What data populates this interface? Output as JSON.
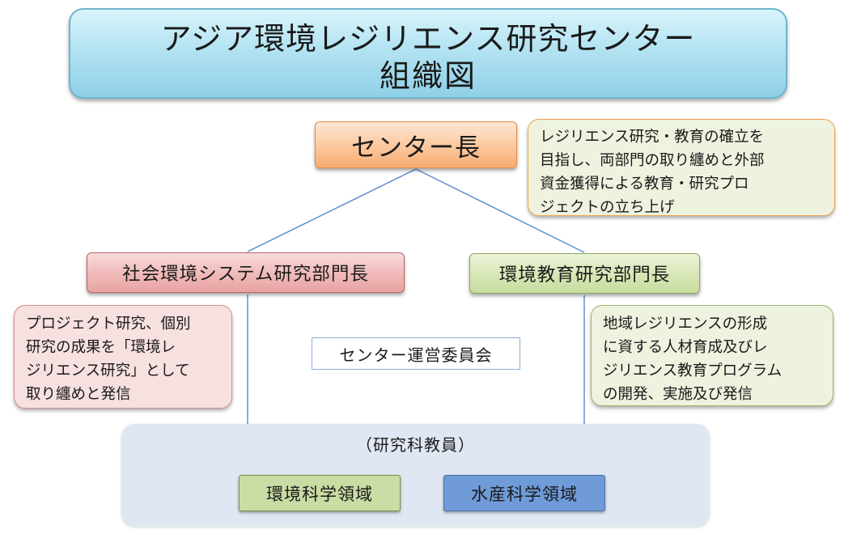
{
  "title": {
    "line1": "アジア環境レジリエンス研究センター",
    "line2": "組織図"
  },
  "director": {
    "label": "センター長",
    "note_lines": [
      "レジリエンス研究・教育の確立を",
      "目指し、両部門の取り纏めと外部",
      "資金獲得による教育・研究プロ",
      "ジェクトの立ち上げ"
    ]
  },
  "departments": {
    "social": {
      "label": "社会環境システム研究部門長",
      "note_lines": [
        "プロジェクト研究、個別",
        "研究の成果を「環境レ",
        "ジリエンス研究」として",
        "取り纏めと発信"
      ]
    },
    "education": {
      "label": "環境教育研究部門長",
      "note_lines": [
        "地域レジリエンスの形成",
        "に資する人材育成及びレ",
        "ジリエンス教育プログラム",
        "の開発、実施及び発信"
      ]
    }
  },
  "committee": {
    "label": "センター運営委員会"
  },
  "faculty": {
    "label": "（研究科教員）",
    "areas": [
      {
        "label": "環境科学領域",
        "color": "#c9dca4"
      },
      {
        "label": "水産科学領域",
        "color": "#6f9bd8"
      }
    ]
  },
  "colors": {
    "title_fill": "#b3e3f2",
    "director_fill": "#fbc79c",
    "social_fill": "#efb9b8",
    "education_fill": "#d7e6b5",
    "faculty_fill": "#dfe7f2",
    "connector": "#5b8fd0"
  }
}
